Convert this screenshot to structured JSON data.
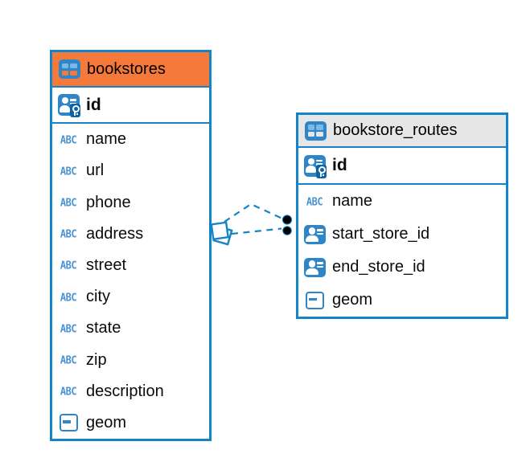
{
  "diagram": {
    "kind": "entity-relationship",
    "background": "#ffffff"
  },
  "colors": {
    "accent_blue": "#1584c6",
    "icon_blue": "#2e86c8",
    "selected_header_orange": "#f5793b",
    "header_gray": "#e6e6e6",
    "text": "#0b0b0b",
    "endpoint_dot": "#000000"
  },
  "icons": {
    "text_type_label": "ABC"
  },
  "tables": [
    {
      "title": "bookstores",
      "header_color": "#f5793b",
      "primary_key": {
        "name": "id",
        "type": "primary_key"
      },
      "columns": [
        {
          "name": "name",
          "type": "text"
        },
        {
          "name": "url",
          "type": "text"
        },
        {
          "name": "phone",
          "type": "text"
        },
        {
          "name": "address",
          "type": "text"
        },
        {
          "name": "street",
          "type": "text"
        },
        {
          "name": "city",
          "type": "text"
        },
        {
          "name": "state",
          "type": "text"
        },
        {
          "name": "zip",
          "type": "text"
        },
        {
          "name": "description",
          "type": "text"
        },
        {
          "name": "geom",
          "type": "geometry"
        }
      ]
    },
    {
      "title": "bookstore_routes",
      "header_color": "#e6e6e6",
      "primary_key": {
        "name": "id",
        "type": "primary_key"
      },
      "columns": [
        {
          "name": "name",
          "type": "text"
        },
        {
          "name": "start_store_id",
          "type": "foreign_key"
        },
        {
          "name": "end_store_id",
          "type": "foreign_key"
        },
        {
          "name": "geom",
          "type": "geometry"
        }
      ]
    }
  ],
  "relationships": [
    {
      "source_table": "bookstores",
      "target_table": "bookstore_routes",
      "target_column": "start_store_id",
      "style": "dashed"
    },
    {
      "source_table": "bookstores",
      "target_table": "bookstore_routes",
      "target_column": "end_store_id",
      "style": "dashed"
    }
  ]
}
